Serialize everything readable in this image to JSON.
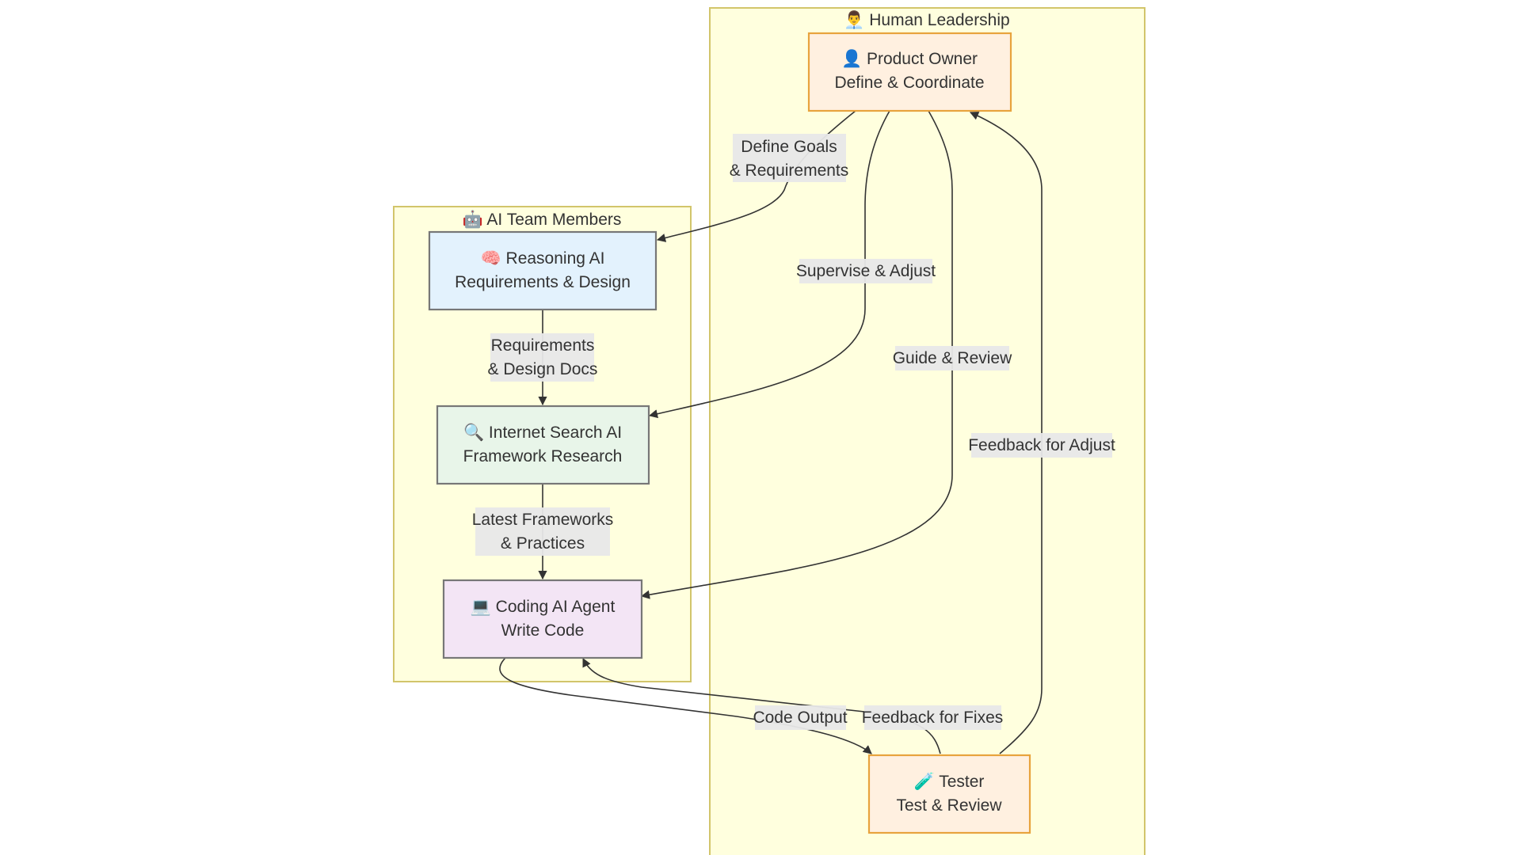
{
  "clusters": {
    "human": {
      "title": "👨‍💼 Human Leadership"
    },
    "ai": {
      "title": "🤖 AI Team Members"
    }
  },
  "nodes": {
    "product_owner": {
      "line1": "👤 Product Owner",
      "line2": "Define & Coordinate"
    },
    "reasoning_ai": {
      "line1": "🧠 Reasoning AI",
      "line2": "Requirements & Design"
    },
    "search_ai": {
      "line1": "🔍 Internet Search AI",
      "line2": "Framework Research"
    },
    "coding_ai": {
      "line1": "💻 Coding AI Agent",
      "line2": "Write Code"
    },
    "tester": {
      "line1": "🧪 Tester",
      "line2": "Test & Review"
    }
  },
  "edges": {
    "define_goals": {
      "line1": "Define Goals",
      "line2": "& Requirements"
    },
    "supervise": {
      "line1": "Supervise & Adjust"
    },
    "guide_review": {
      "line1": "Guide & Review"
    },
    "feedback_adjust": {
      "line1": "Feedback for Adjust"
    },
    "req_design_docs": {
      "line1": "Requirements",
      "line2": "& Design Docs"
    },
    "latest_frameworks": {
      "line1": "Latest Frameworks",
      "line2": "& Practices"
    },
    "code_output": {
      "line1": "Code Output"
    },
    "feedback_fixes": {
      "line1": "Feedback for Fixes"
    }
  },
  "colors": {
    "cluster_fill": "#ffffde",
    "cluster_stroke": "#d2c56b",
    "product_owner_fill": "#fff0e0",
    "product_owner_stroke": "#e8a33d",
    "reasoning_fill": "#e3f2fd",
    "reasoning_stroke": "#777777",
    "search_fill": "#e8f5e9",
    "search_stroke": "#777777",
    "coding_fill": "#f3e5f5",
    "coding_stroke": "#777777",
    "tester_fill": "#fff0e0",
    "tester_stroke": "#e8a33d"
  }
}
